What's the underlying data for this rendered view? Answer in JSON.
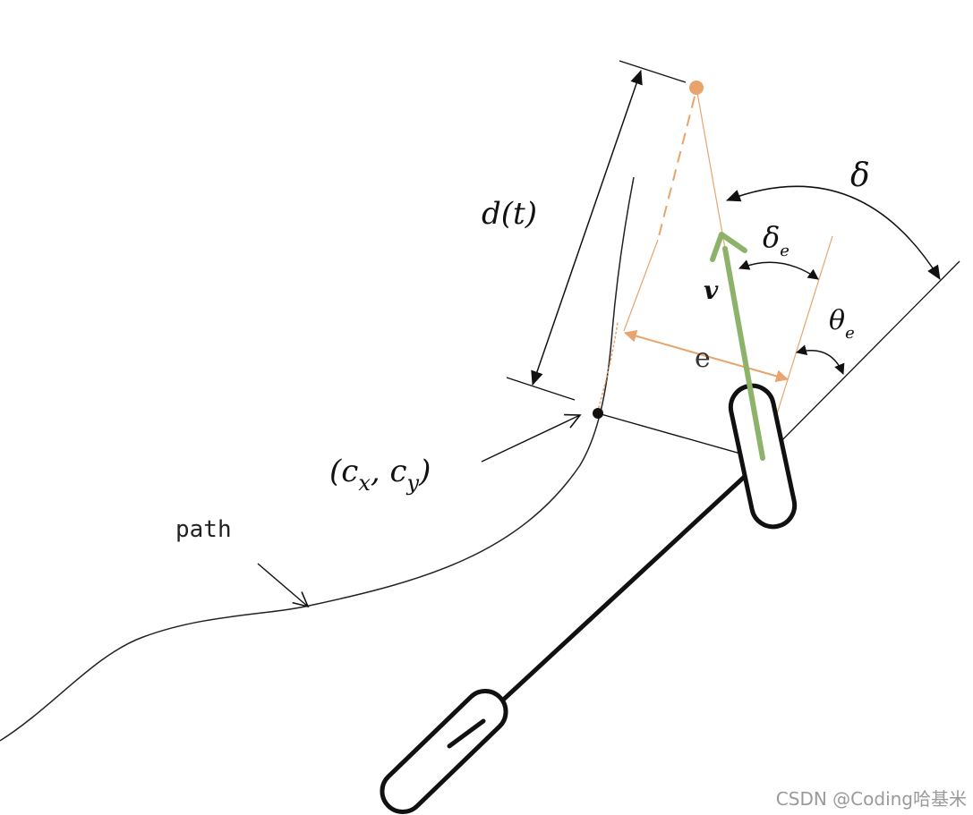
{
  "diagram": {
    "labels": {
      "distance": "d(t)",
      "position": "(c_x, c_y)",
      "path": "path",
      "velocity": "v",
      "error": "e",
      "delta": "δ",
      "delta_e": "δ",
      "delta_e_sub": "e",
      "theta_e": "θ",
      "theta_e_sub": "e"
    },
    "colors": {
      "ink": "#111111",
      "lookahead_orange": "#e8a46c",
      "velocity_green": "#8db36a"
    },
    "watermark": "CSDN @Coding哈基米"
  }
}
